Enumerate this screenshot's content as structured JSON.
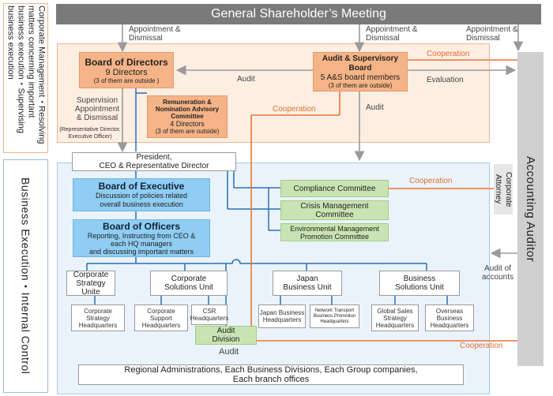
{
  "title": "General Shareholder’s Meeting",
  "left_labels": {
    "corporate": "Corporate Management・Resolving matters concerning important business execution・Supervising business execution",
    "business": "Business Execution・Internal Control"
  },
  "flow_labels": {
    "appointment1": "Appointment &\nDismissal",
    "appointment2": "Appointment &\nDismissal",
    "appointment3": "Appointment &\nDismissal",
    "audit_left": "Audit",
    "audit_mid": "Audit",
    "audit_bottom": "Audit",
    "evaluation": "Evaluation",
    "supervision": "Supervision\nAppointment\n& Dismissal",
    "supervision_note": "(Representative Director,\nExecutive Officer)",
    "audit_of_accounts": "Audit of\naccounts"
  },
  "orange_labels": {
    "coop1": "Cooperation",
    "coop2": "Cooperation",
    "coop3": "Cooperation",
    "coop4": "Cooperation"
  },
  "board_directors": {
    "title": "Board of Directors",
    "line1": "9 Directors",
    "line2": "(3 of them are outside )"
  },
  "audit_board": {
    "title": "Audit & Supervisory Board",
    "line1": "5 A&S board members",
    "line2": "(3 of them are outside)"
  },
  "remuneration": {
    "title": "Remuneration & Nomination Advisory Committee",
    "line1": "4 Directors",
    "line2": "(3 of them are outside)"
  },
  "president": "President,\nCEO & Representative Director",
  "board_executive": {
    "title": "Board of Executive",
    "desc": "Discussion of policies related\noverall business execution"
  },
  "board_officers": {
    "title": "Board of Officers",
    "desc": "Reporting, Instructing from CEO &\neach HQ managers\nand discussing important matters"
  },
  "committees": [
    "Compliance Committee",
    "Crisis Management\nCommittee",
    "Environmental Management\nPromotion Committee"
  ],
  "corporate_attorney": "Corporate Attorney",
  "accounting_auditor": "Accounting Auditor",
  "units": [
    "Corporate\nStrategy Unite",
    "Corporate\nSolutions Unit",
    "Japan\nBusiness Unit",
    "Business\nSolutions Unit"
  ],
  "hqs": [
    "Corporate\nStrategy\nHeadquarters",
    "Corporate\nSupport\nHeadquarters",
    "CSR\nHeadquarters",
    "Japan Business\nHeadquarters",
    "Network Transport\nBusiness Promotion\nHeadquarters",
    "Global Sales\nStrategy\nHeadquarters",
    "Overseas\nBusiness\nHeadquarters"
  ],
  "audit_division": "Audit\nDivision",
  "regional": "Regional Administrations, Each Business Divisions, Each Group companies,\nEach branch offices"
}
